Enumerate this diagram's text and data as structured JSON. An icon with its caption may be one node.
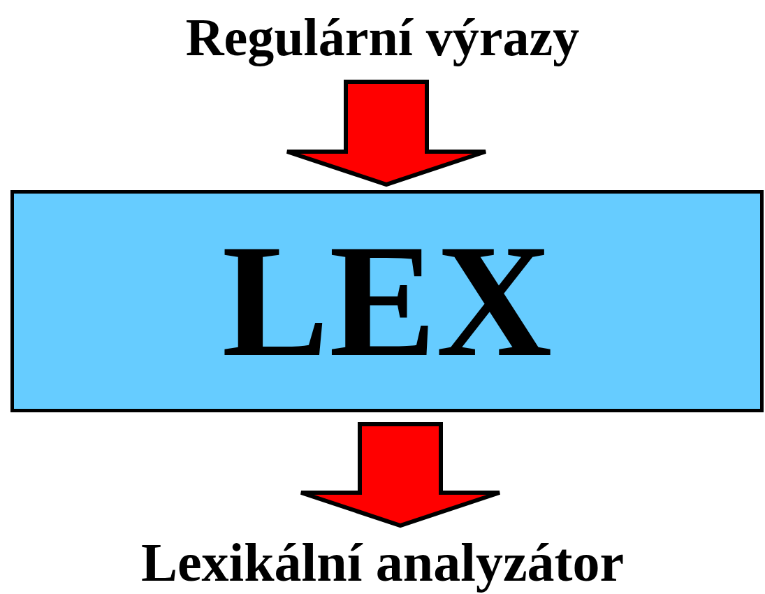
{
  "diagram": {
    "nodes": [
      {
        "text": [
          "Regulární výrazy"
        ]
      },
      {
        "text": [
          "LEX"
        ]
      },
      {
        "text": [
          "Lexikální analyzátor"
        ]
      }
    ],
    "edges": [
      {
        "from": 0,
        "to": 1,
        "arrow": "to"
      },
      {
        "from": 1,
        "to": 2,
        "arrow": "to"
      }
    ]
  }
}
